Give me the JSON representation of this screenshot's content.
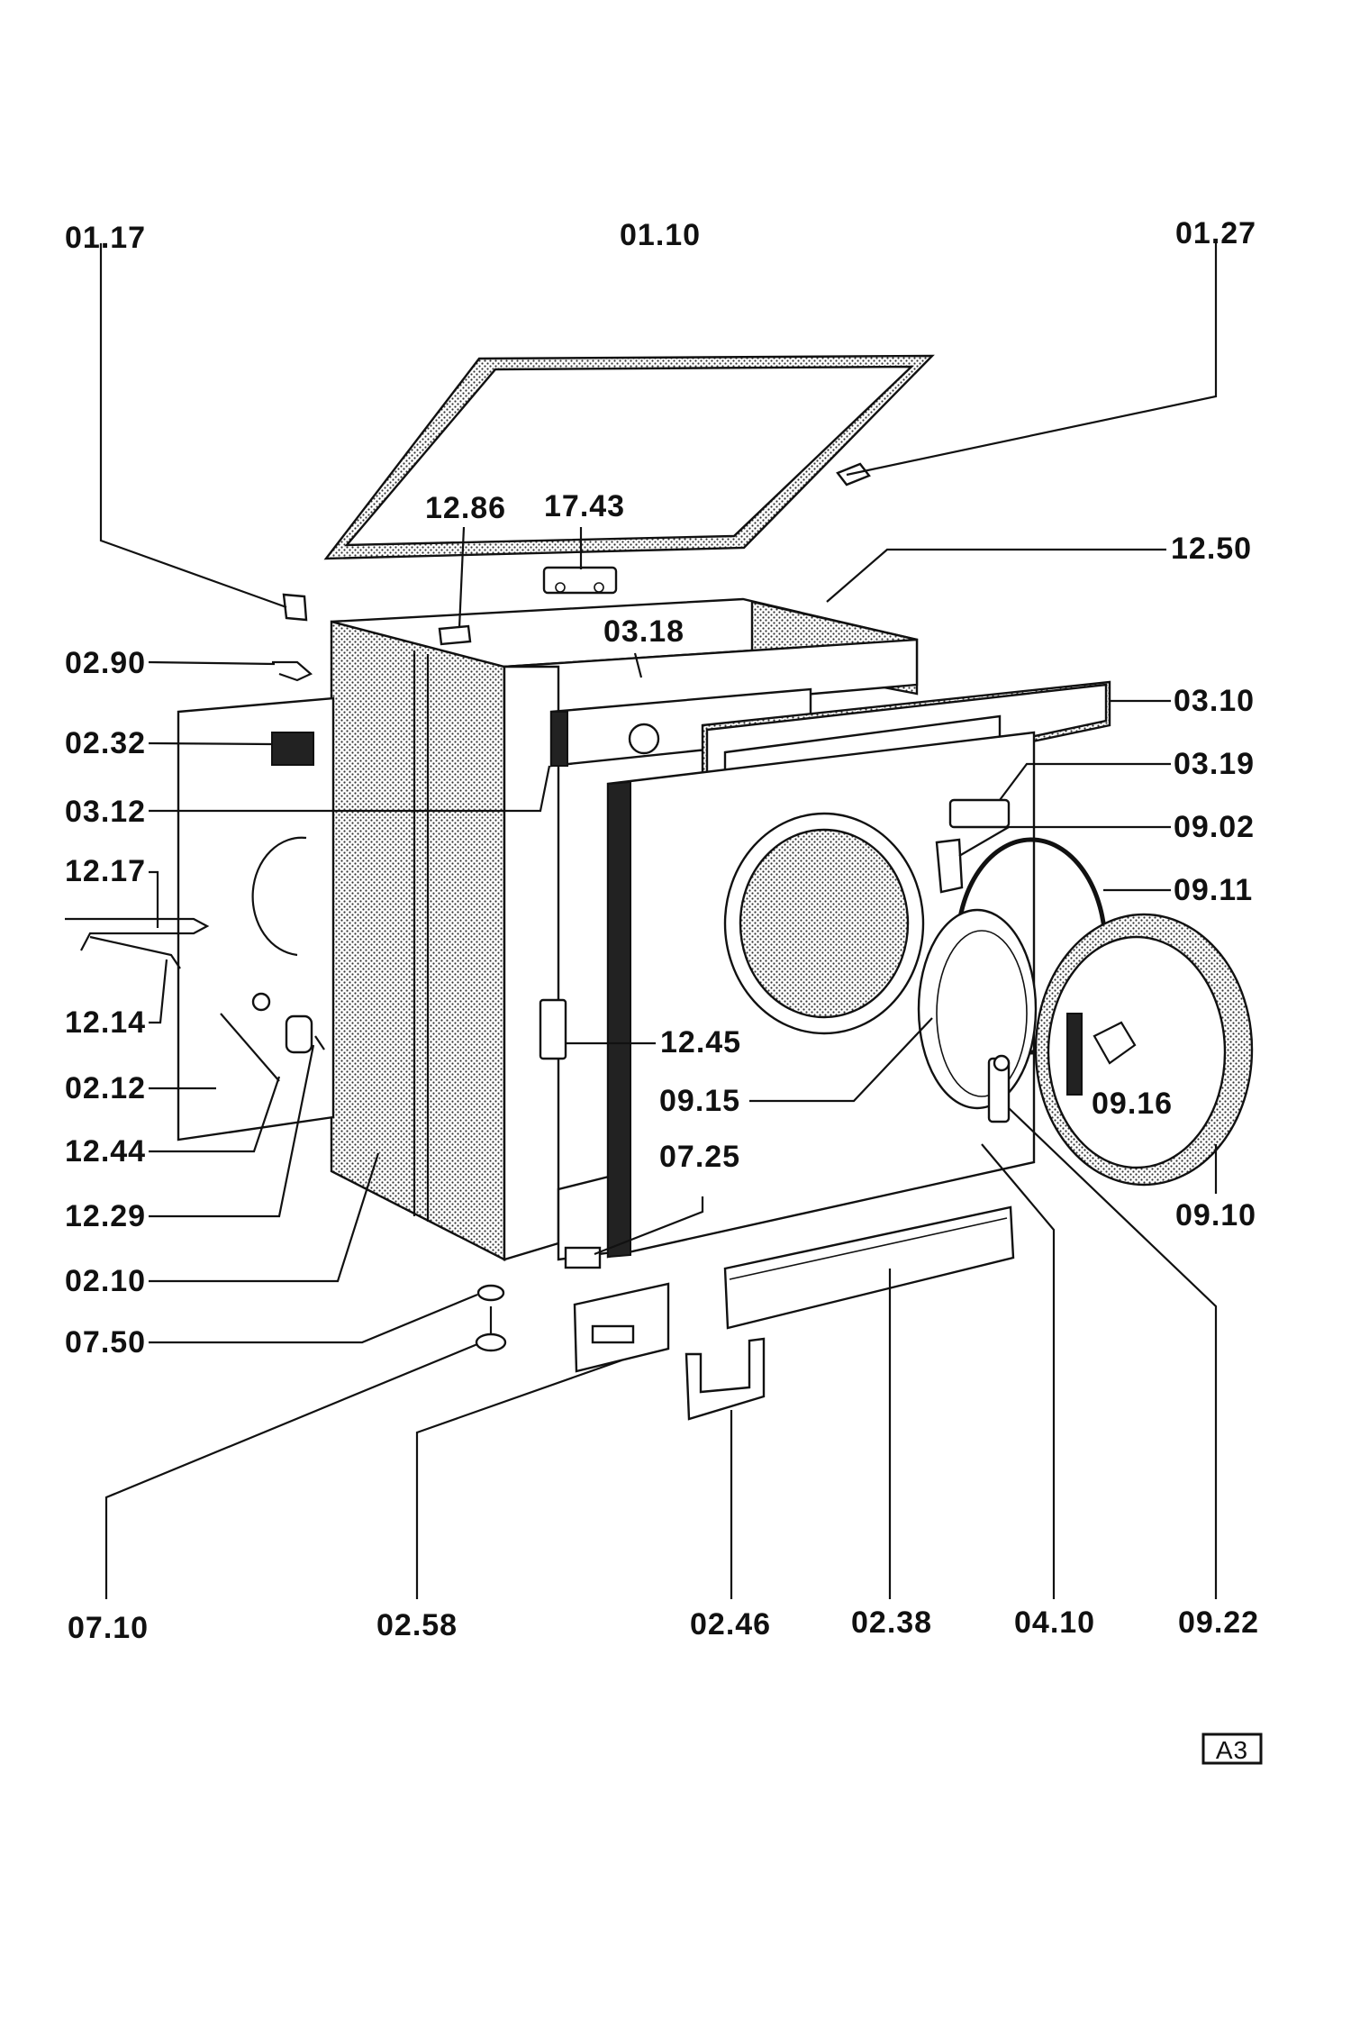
{
  "diagram": {
    "labels": {
      "l0117": "01.17",
      "l0110": "01.10",
      "l0127": "01.27",
      "l1286": "12.86",
      "l1743": "17.43",
      "l1250": "12.50",
      "l0290": "02.90",
      "l0318": "03.18",
      "l0310": "03.10",
      "l0232": "02.32",
      "l0319": "03.19",
      "l0312": "03.12",
      "l0902": "09.02",
      "l1217": "12.17",
      "l0911": "09.11",
      "l1214": "12.14",
      "l1245": "12.45",
      "l0212": "02.12",
      "l0915": "09.15",
      "l0916": "09.16",
      "l1244": "12.44",
      "l0725": "07.25",
      "l0910": "09.10",
      "l1229": "12.29",
      "l0210": "02.10",
      "l0750": "07.50",
      "l0710": "07.10",
      "l0258": "02.58",
      "l0246": "02.46",
      "l0238": "02.38",
      "l0410": "04.10",
      "l0922": "09.22"
    },
    "page_badge": "A3"
  }
}
